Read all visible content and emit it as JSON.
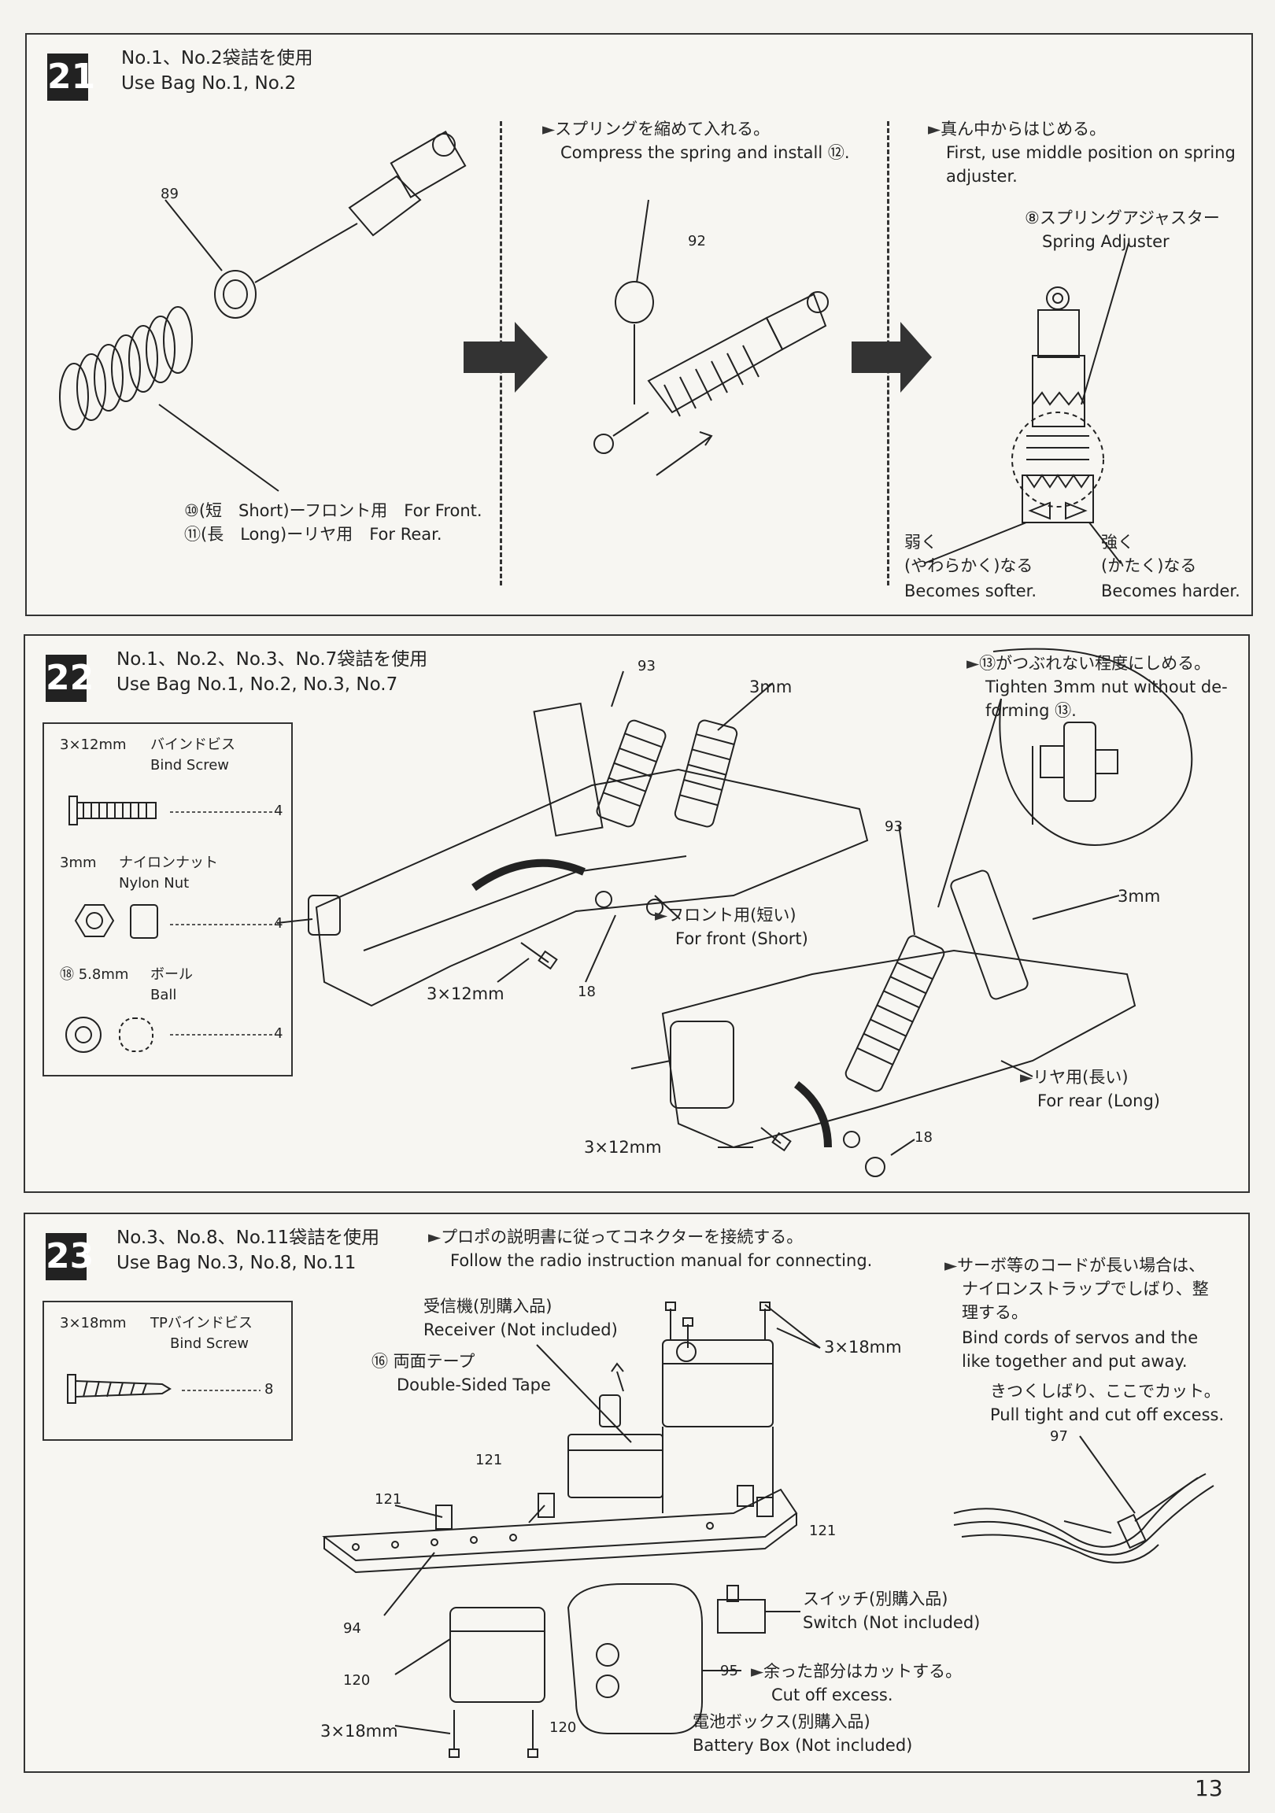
{
  "page_number": "13",
  "step21": {
    "number": "21",
    "bag_jp": "No.1、No.2袋詰を使用",
    "bag_en": "Use Bag No.1, No.2",
    "part_89": "89",
    "part_92": "92",
    "spring_front": "⑩(短　Short)ーフロント用　For Front.",
    "spring_rear": "⑪(長　Long)ーリヤ用　For Rear.",
    "compress_jp": "スプリングを縮めて入れる。",
    "compress_en": "Compress the spring and install ⑫.",
    "middle_jp": "真ん中からはじめる。",
    "middle_en1": "First, use middle position on spring",
    "middle_en2": "adjuster.",
    "adjuster_jp": "⑧スプリングアジャスター",
    "adjuster_en": "Spring Adjuster",
    "softer_jp1": "弱く",
    "softer_jp2": "(やわらかく)なる",
    "softer_en": "Becomes softer.",
    "harder_jp1": "強く",
    "harder_jp2": "(かたく)なる",
    "harder_en": "Becomes harder."
  },
  "step22": {
    "number": "22",
    "bag_jp": "No.1、No.2、No.3、No.7袋詰を使用",
    "bag_en": "Use Bag No.1, No.2, No.3, No.7",
    "parts": [
      {
        "size": "3×12mm",
        "name_jp": "バインドビス",
        "name_en": "Bind Screw",
        "qty": "4"
      },
      {
        "size": "3mm",
        "name_jp": "ナイロンナット",
        "name_en": "Nylon Nut",
        "qty": "4"
      },
      {
        "size": "⑱ 5.8mm",
        "name_jp": "ボール",
        "name_en": "Ball",
        "qty": "4"
      }
    ],
    "label_3mm_a": "3mm",
    "label_3mm_b": "3mm",
    "label_93": "93",
    "label_18": "18",
    "screw_a": "3×12mm",
    "screw_b": "3×12mm",
    "front_jp": "フロント用(短い)",
    "front_en": "For front (Short)",
    "rear_jp": "リヤ用(長い)",
    "rear_en": "For rear (Long)",
    "tighten_jp": "⑬がつぶれない程度にしめる。",
    "tighten_en1": "Tighten 3mm nut without de-",
    "tighten_en2": "forming ⑬."
  },
  "step23": {
    "number": "23",
    "bag_jp": "No.3、No.8、No.11袋詰を使用",
    "bag_en": "Use Bag No.3, No.8, No.11",
    "part": {
      "size": "3×18mm",
      "name_jp": "TPバインドビス",
      "name_en": "Bind Screw",
      "qty": "8"
    },
    "radio_jp": "プロポの説明書に従ってコネクターを接続する。",
    "radio_en": "Follow the radio instruction manual for connecting.",
    "receiver_jp": "受信機(別購入品)",
    "receiver_en": "Receiver (Not included)",
    "tape_jp": "⑯ 両面テープ",
    "tape_en": "Double-Sided Tape",
    "screw_a": "3×18mm",
    "screw_b": "3×18mm",
    "switch_jp": "スイッチ(別購入品)",
    "switch_en": "Switch (Not included)",
    "cut_jp": "余った部分はカットする。",
    "cut_en": "Cut off excess.",
    "battery_jp": "電池ボックス(別購入品)",
    "battery_en": "Battery Box (Not included)",
    "cords_jp1": "サーボ等のコードが長い場合は、",
    "cords_jp2": "ナイロンストラップでしばり、整",
    "cords_jp3": "理する。",
    "cords_en1": "Bind cords of servos and the",
    "cords_en2": "like together and put away.",
    "pull_jp": "きつくしばり、ここでカット。",
    "pull_en": "Pull tight and cut off excess.",
    "label_97": "97",
    "label_94": "94",
    "label_95": "95",
    "label_120": "120",
    "label_121": "121"
  }
}
